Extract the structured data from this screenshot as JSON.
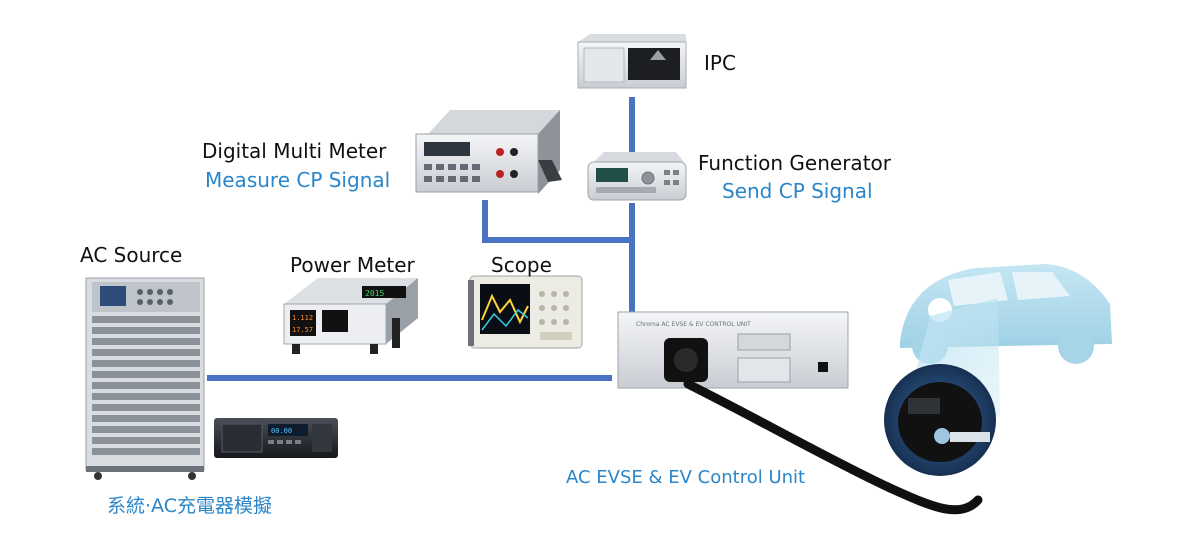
{
  "labels": {
    "ipc": "IPC",
    "dmm_name": "Digital Multi Meter",
    "dmm_role": "Measure CP Signal",
    "fg_name": "Function Generator",
    "fg_role": "Send CP Signal",
    "ac_source": "AC Source",
    "power_meter": "Power Meter",
    "scope": "Scope",
    "control_unit": "AC EVSE & EV Control Unit",
    "system_note": "系統‧AC充電器模擬"
  },
  "colors": {
    "bus_line": "#4a72c4",
    "accent_text": "#2a86c9",
    "label_text": "#111111"
  }
}
